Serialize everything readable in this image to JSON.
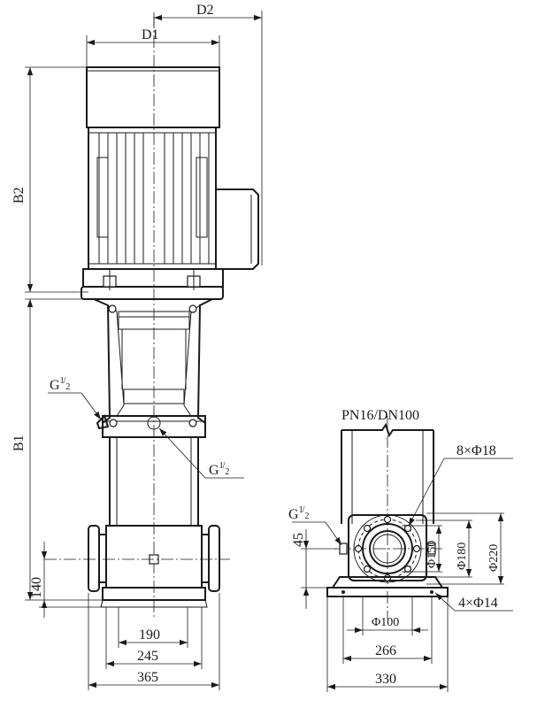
{
  "front_view": {
    "dims": {
      "d2": "D2",
      "d1": "D1",
      "b2": "B2",
      "b1": "B1",
      "h140": "140",
      "w190": "190",
      "w245": "245",
      "w365": "365"
    },
    "ports": {
      "upper_left": {
        "main": "G",
        "sup": "1",
        "sub": "2"
      },
      "right": {
        "main": "G",
        "sup": "1",
        "sub": "2"
      }
    }
  },
  "side_view": {
    "rating": "PN16/DN100",
    "bolt_holes": "8×Φ18",
    "base_holes": "4×Φ14",
    "port": {
      "main": "G",
      "sup": "1",
      "sub": "2"
    },
    "dims": {
      "h45": "45",
      "d150": "Φ150",
      "d180": "Φ180",
      "d220": "Φ220",
      "d100": "Φ100",
      "w266": "266",
      "w330": "330"
    }
  }
}
